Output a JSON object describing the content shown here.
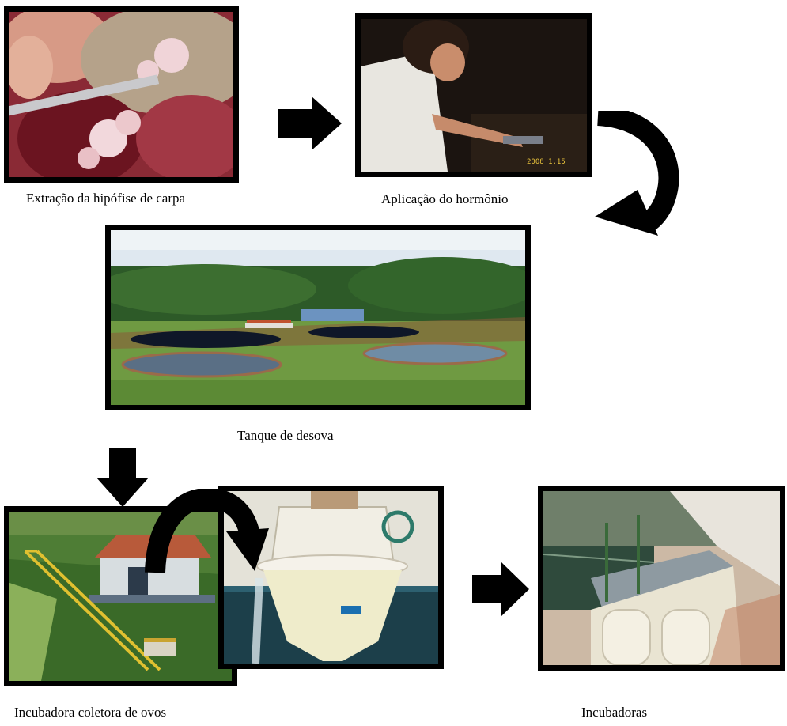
{
  "steps": {
    "pituitary_extraction": "Extração da hipófise de carpa",
    "hormone_application": "Aplicação do hormônio",
    "spawning_tank": "Tanque de desova",
    "egg_collector_incubator": "Incubadora coletora de ovos",
    "incubators": "Incubadoras"
  },
  "photo_overlay": {
    "date_stamp": "2008 1.15"
  },
  "colors": {
    "frame": "#000000",
    "arrow": "#000000",
    "background": "#ffffff"
  }
}
